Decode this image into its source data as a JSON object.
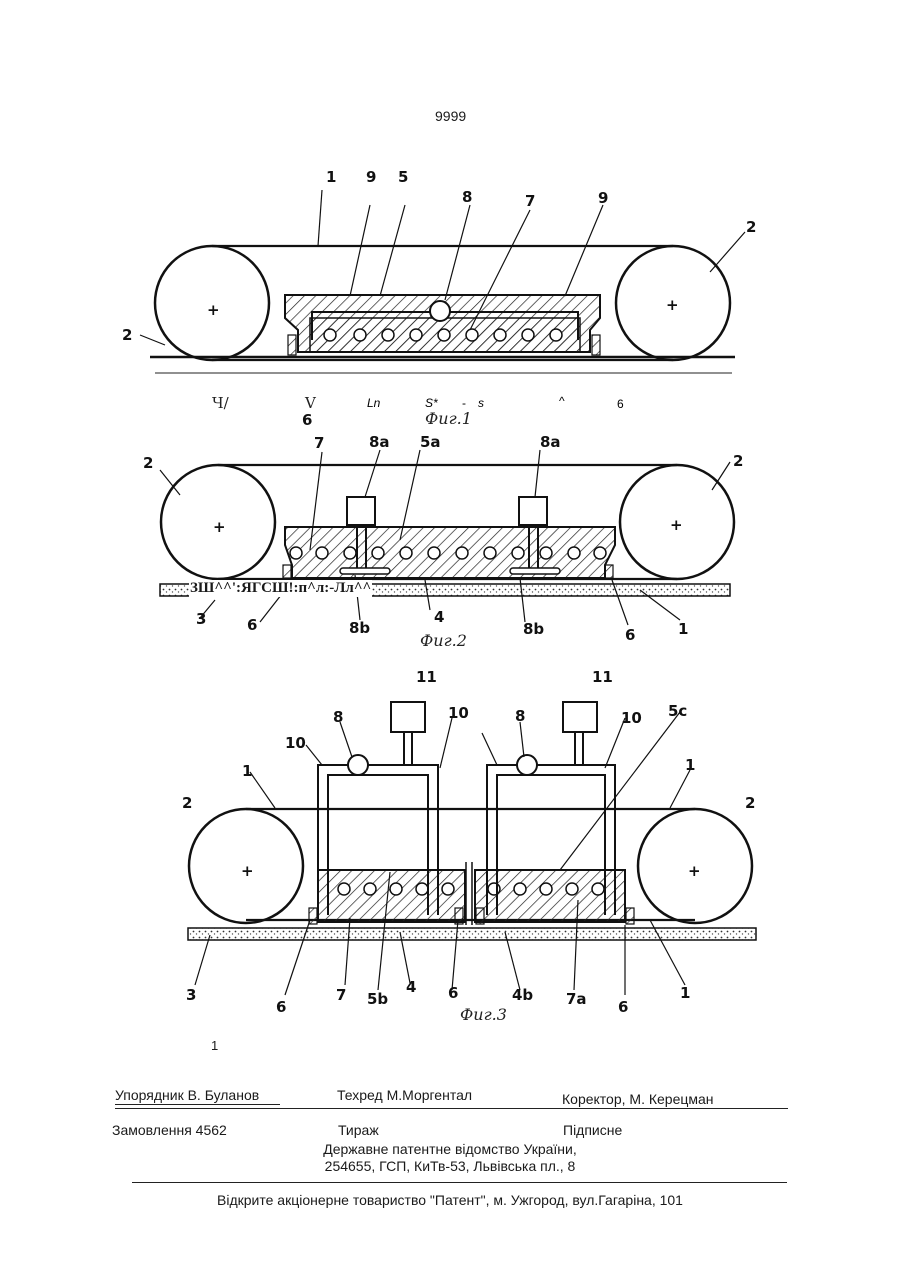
{
  "page_number": "9999",
  "figures": {
    "fig1": {
      "labels": [
        "1",
        "9",
        "5",
        "8",
        "7",
        "9",
        "2",
        "2"
      ],
      "caption": "Фиг.1",
      "artifact_line": {
        "a": "Ч/",
        "b": "V",
        "c": "Ln",
        "d": "S*",
        "e": "-",
        "f": "s",
        "g": "^",
        "h": "6"
      }
    },
    "fig2": {
      "labels": [
        "2",
        "6",
        "7",
        "8a",
        "5a",
        "8a",
        "2",
        "3",
        "6",
        "8b",
        "4",
        "8b",
        "6",
        "1"
      ],
      "caption": "Фиг.2",
      "ocr_strip": "ЗШ^^':ЯГСШ!:п^л:-Лл^^"
    },
    "fig3": {
      "labels": [
        "11",
        "11",
        "8",
        "10",
        "8",
        "10",
        "10",
        "5c",
        "1",
        "1",
        "2",
        "2",
        "3",
        "6",
        "7",
        "5b",
        "4",
        "6",
        "4b",
        "7a",
        "6",
        "1"
      ],
      "caption": "Фиг.3"
    }
  },
  "stray_mark": "1",
  "footer": {
    "compiler": "Упорядник В. Буланов",
    "techred": "Техред М.Моргентал",
    "corrector": "Коректор, М. Керецман",
    "order": "Замовлення 4562",
    "circulation": "Тираж",
    "subscription": "Підписне",
    "office_line1": "Державне патентне відомство України,",
    "office_line2": "254655, ГСП, КиТв-53, Львівська пл., 8",
    "publisher": "Відкрите акціонерне товариство \"Патент\", м. Ужгород, вул.Гагаріна, 101"
  }
}
